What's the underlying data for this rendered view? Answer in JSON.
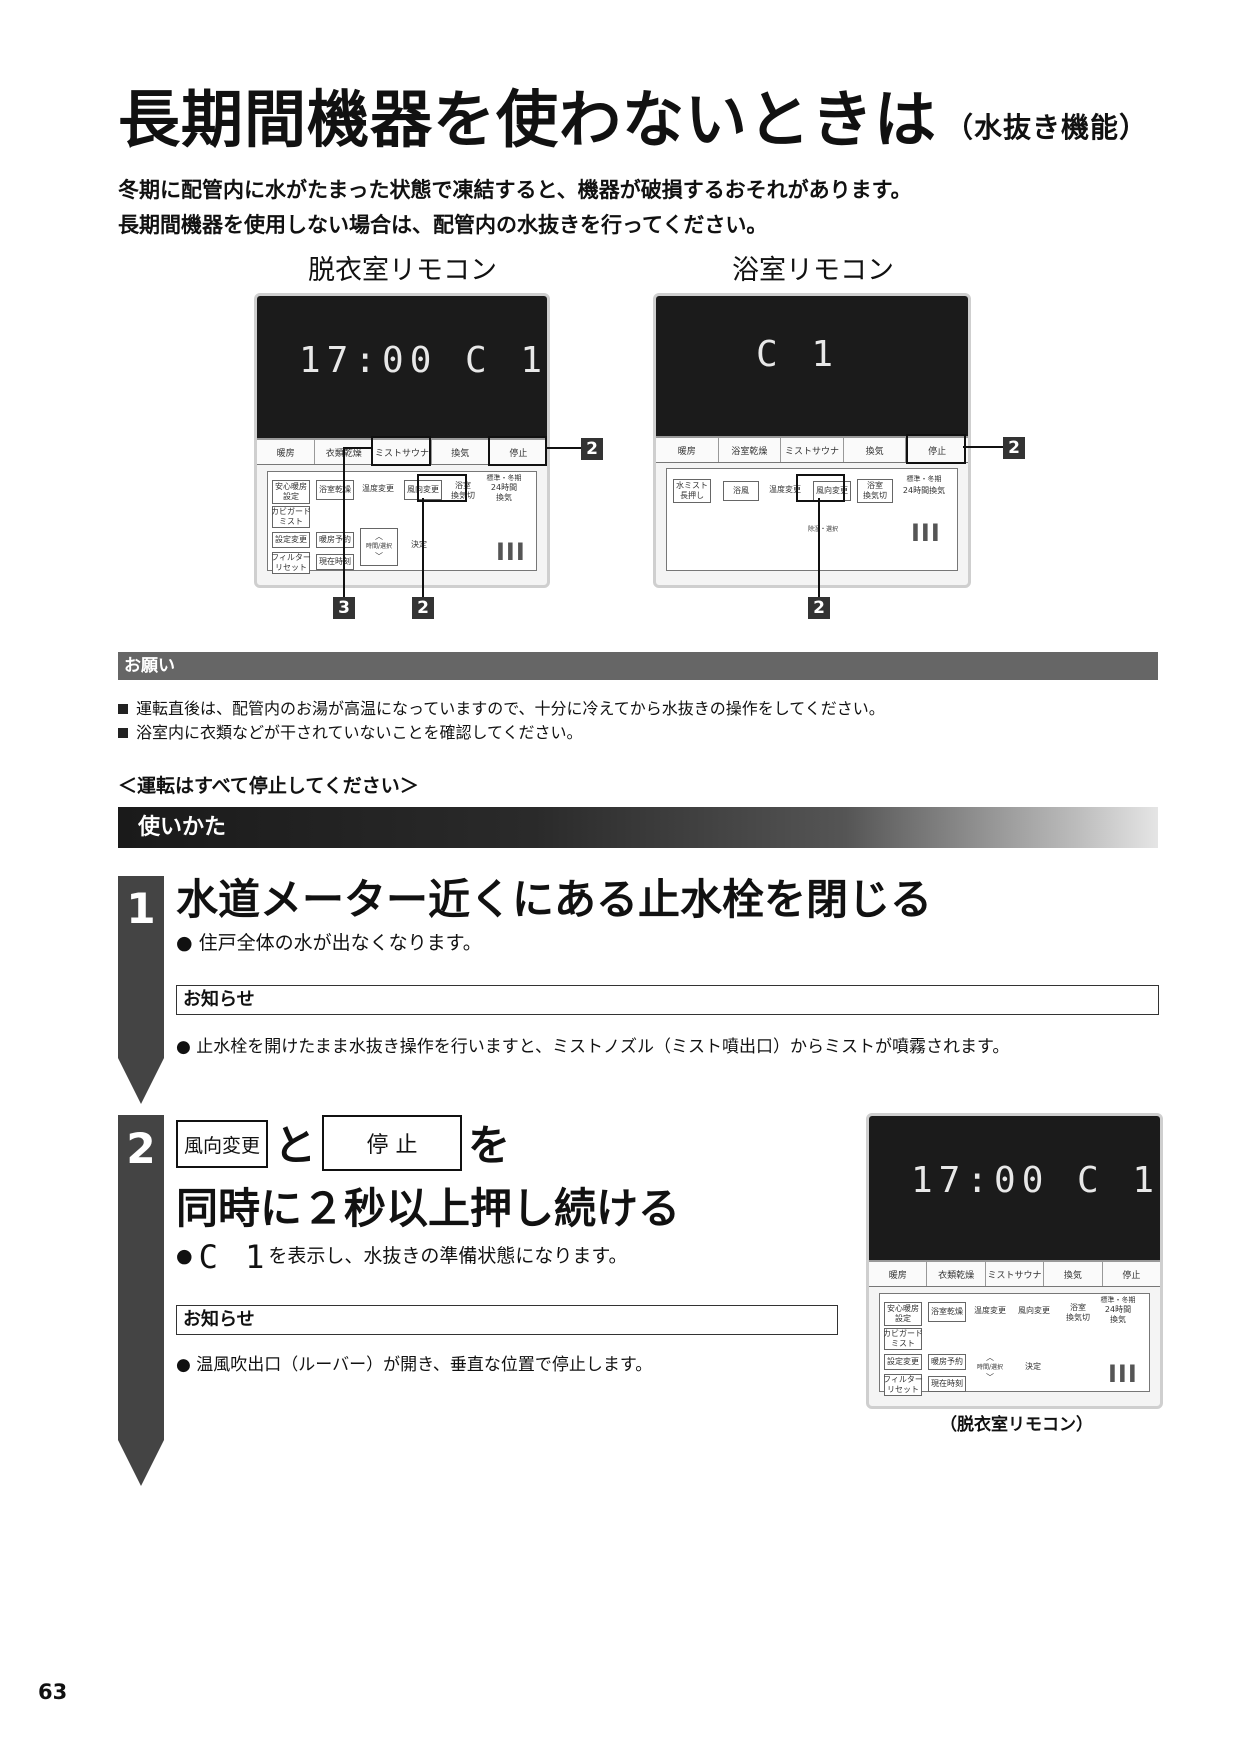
{
  "header": {
    "title": "長期間機器を使わないときは",
    "title_suffix": "（水抜き機能）",
    "lead1": "冬期に配管内に水がたまった状態で凍結すると、機器が破損するおそれがあります。",
    "lead2": "長期間機器を使用しない場合は、配管内の水抜きを行ってください。"
  },
  "captions": {
    "dressing": "脱衣室リモコン",
    "bath": "浴室リモコン",
    "dressing_small": "（脱衣室リモコン）"
  },
  "remote_dressing": {
    "display": "17:00 C 1",
    "tabs": [
      "暖房",
      "衣類乾燥",
      "ミストサウナ",
      "換気",
      "停止"
    ],
    "buttons": {
      "anshin": "安心暖房\n設定",
      "yokushitsu_kansou": "浴室乾燥",
      "ondo_henkou": "温度変更",
      "fuukou_henkou": "風向変更",
      "yokushitsu_kanki": "浴室\n換気切",
      "kanki24": "24時間\n換気",
      "hyoujun": "標準・冬期",
      "kabi": "カビガード\nミスト",
      "settei": "設定変更",
      "danbou_yoyaku": "暖房予約",
      "up": "︿",
      "down": "﹀",
      "jikan": "時間/選択",
      "kettei": "決定",
      "filter": "フィルター\nリセット",
      "genzai": "現在時刻",
      "bars": "III"
    }
  },
  "remote_bath": {
    "display": "C 1",
    "tabs": [
      "暖房",
      "浴室乾燥",
      "ミストサウナ",
      "換気",
      "停止"
    ],
    "buttons": {
      "mist": "水ミスト\n長押し",
      "yokufuu": "浴風",
      "ondo": "温度変更",
      "fuukou": "風向変更",
      "yokushitsu_kanki": "浴室\n換気切",
      "hyoujun": "標準・冬期",
      "kanki24": "24時間換気",
      "joshitsu": "除湿・選択",
      "bars": "III"
    }
  },
  "callouts": {
    "n2": "2",
    "n3": "3"
  },
  "onegai": {
    "header": "お願い",
    "items": [
      "運転直後は、配管内のお湯が高温になっていますので、十分に冷えてから水抜きの操作をしてください。",
      "浴室内に衣類などが干されていないことを確認してください。"
    ]
  },
  "stop_all": "＜運転はすべて停止してください＞",
  "howto": "使いかた",
  "step1": {
    "number": "1",
    "heading": "水道メーター近くにある止水栓を閉じる",
    "bullet": "住戸全体の水が出なくなります。",
    "info_header": "お知らせ",
    "info": "止水栓を開けたまま水抜き操作を行いますと、ミストノズル（ミスト噴出口）からミストが噴霧されます。"
  },
  "step2": {
    "number": "2",
    "btn1": "風向変更",
    "and": "と",
    "btn2": "停 止",
    "wo": "を",
    "heading2": "同時に２秒以上押し続ける",
    "display_inline": "C  1",
    "bullet": "を表示し、水抜きの準備状態になります。",
    "info_header": "お知らせ",
    "info": "温風吹出口（ルーバー）が開き、垂直な位置で停止します。"
  },
  "page_number": "63"
}
